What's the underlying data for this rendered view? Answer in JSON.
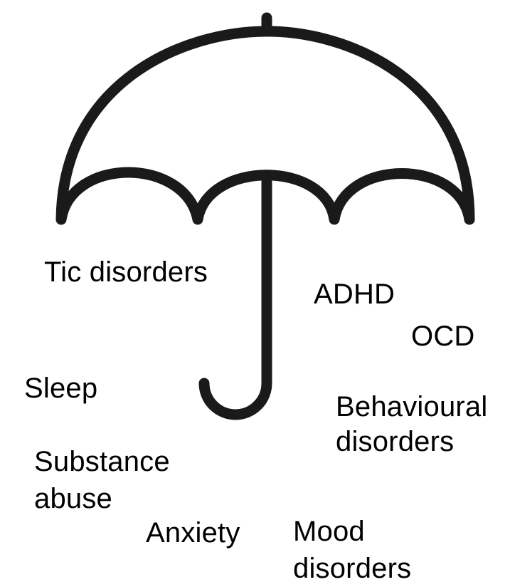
{
  "icon": "umbrella-icon",
  "colors": {
    "stroke": "#1a1a1a",
    "text": "#000000",
    "background": "#ffffff"
  },
  "labels": {
    "tic_disorders": "Tic disorders",
    "adhd": "ADHD",
    "ocd": "OCD",
    "sleep": "Sleep",
    "behavioural": [
      "Behavioural",
      "disorders"
    ],
    "substance": [
      "Substance",
      "abuse"
    ],
    "anxiety": "Anxiety",
    "mood": [
      "Mood",
      "disorders"
    ]
  }
}
